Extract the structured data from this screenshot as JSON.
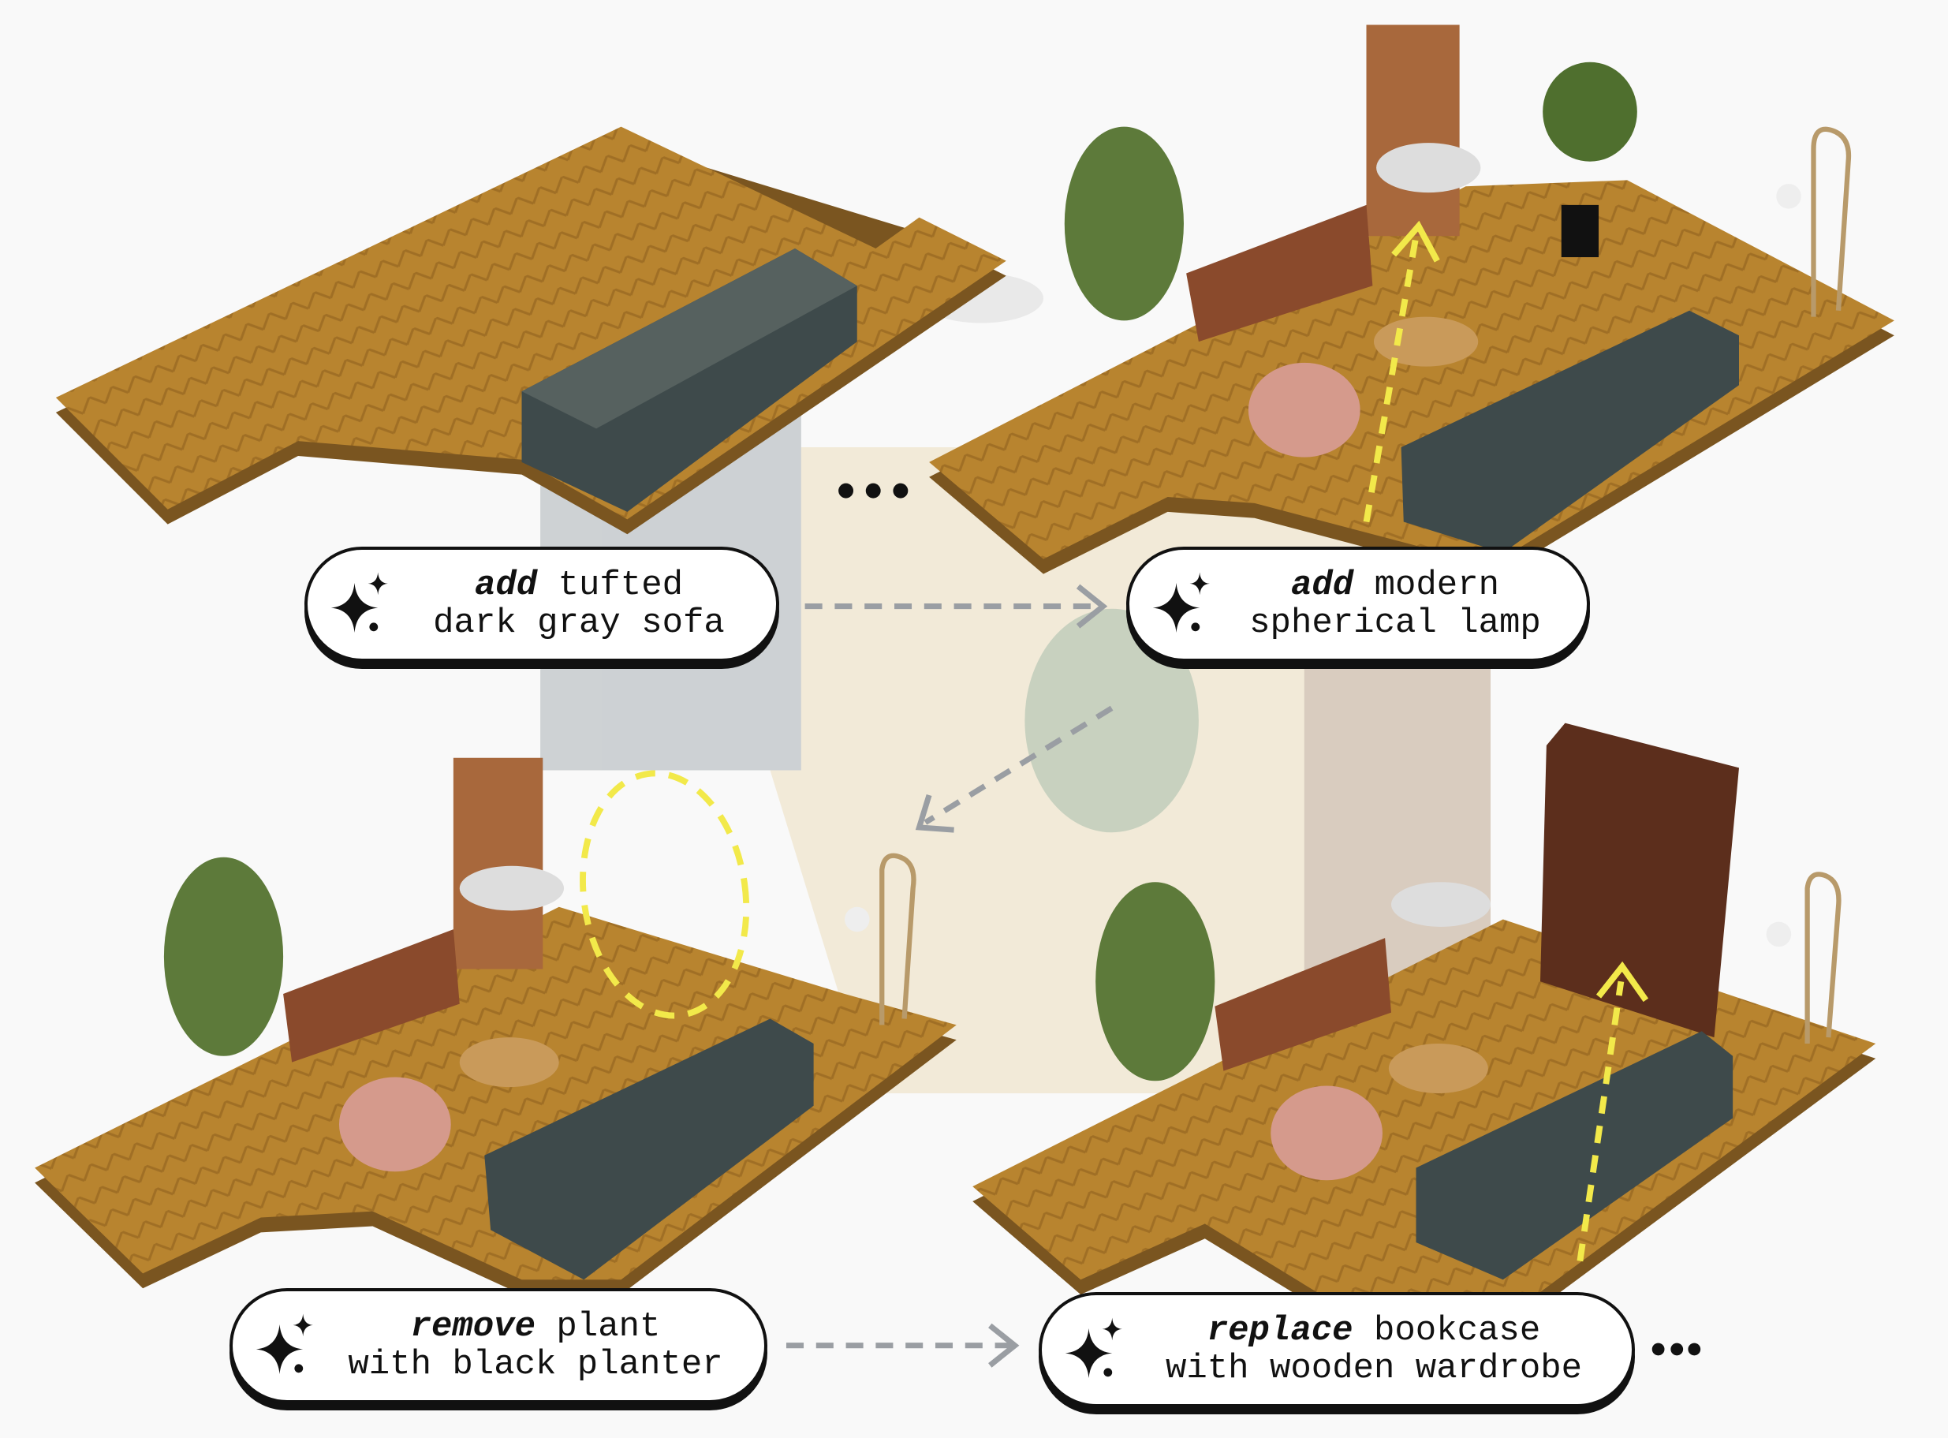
{
  "steps": [
    {
      "verb": "add",
      "line1_rest": "tufted",
      "line2": "dark gray sofa"
    },
    {
      "verb": "add",
      "line1_rest": "modern",
      "line2": "spherical lamp"
    },
    {
      "verb": "remove",
      "line1_rest": "plant",
      "line2": "with black planter"
    },
    {
      "verb": "replace",
      "line1_rest": "bookcase",
      "line2": "with wooden wardrobe"
    }
  ],
  "icons": {
    "step_icon": "sparkle-icon",
    "continuation": "ellipsis-icon",
    "transition": "dashed-arrow-icon"
  },
  "colors": {
    "floor": "#b5812f",
    "sofa": "#3e4a4b",
    "highlight": "#f2e94a",
    "arrow": "#9a9ea3",
    "outline": "#111111"
  }
}
